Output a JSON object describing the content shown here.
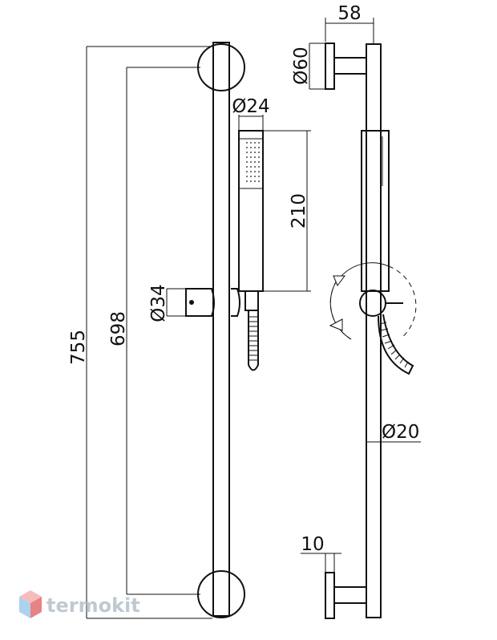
{
  "dimensions": {
    "overall_height": "755",
    "rail_length": "698",
    "handshower_diameter": "Ø24",
    "handshower_length": "210",
    "slider_diameter": "Ø34",
    "wall_flange_diameter": "Ø60",
    "projection": "58",
    "rail_diameter": "Ø20",
    "flange_thickness": "10"
  },
  "watermark": {
    "text": "termokit",
    "logo_icon": "cube-logo-icon",
    "colors": {
      "top": "#f2a6a6",
      "left": "#8fc3ea",
      "right": "#e05a5a"
    }
  },
  "colors": {
    "line": "#111111",
    "background": "#ffffff"
  }
}
